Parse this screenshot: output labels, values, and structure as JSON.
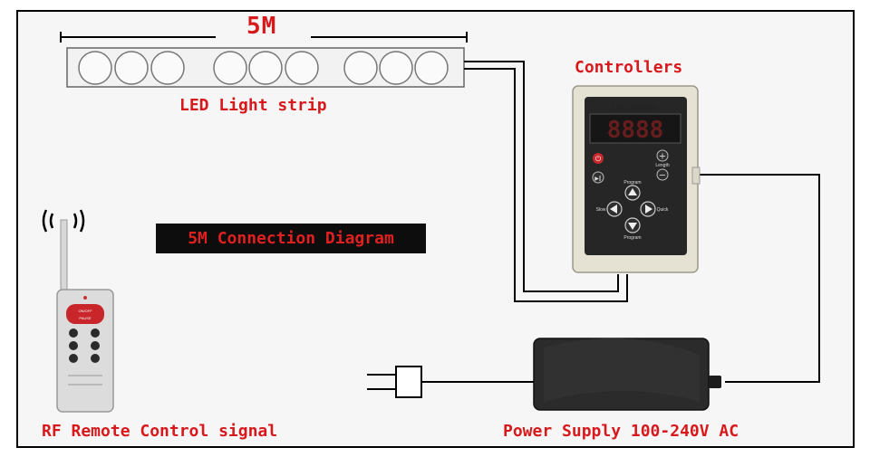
{
  "diagram": {
    "length_label": "5M",
    "strip_label": "LED Light strip",
    "controller_label": "Controllers",
    "banner_label": "5M Connection Diagram",
    "remote_label": "RF Remote Control signal",
    "power_label": "Power Supply 100-240V AC"
  },
  "controller": {
    "title": "Led Controller",
    "display": "8888",
    "length_label": "Length",
    "program_label": "Program",
    "slow_label": "Slow",
    "quick_label": "Quick"
  },
  "remote": {
    "on_off_label": "ON/OFF",
    "pause_label": "PAUSE"
  },
  "colors": {
    "label_red": "#d8191c",
    "wire": "#000000",
    "banner_bg": "#0d0d0d"
  }
}
